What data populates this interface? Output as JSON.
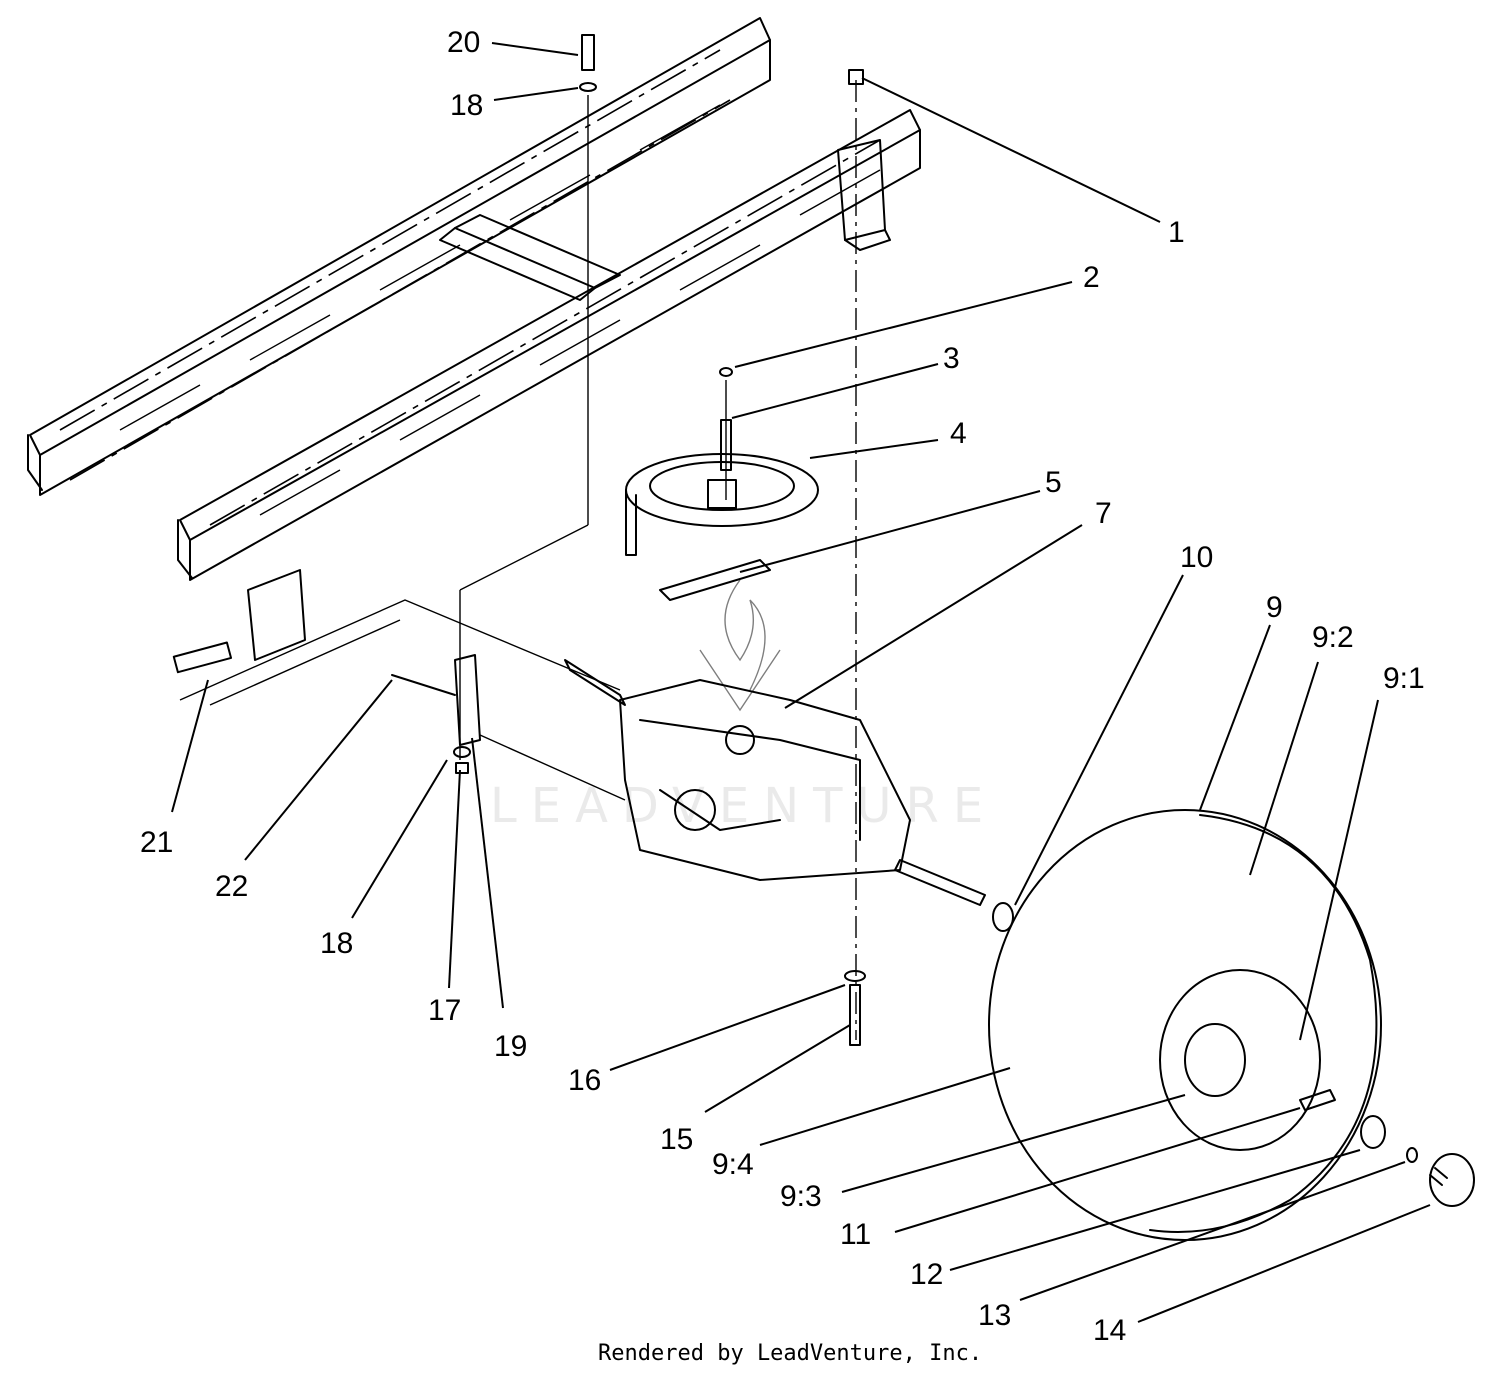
{
  "diagram": {
    "callouts": [
      "1",
      "2",
      "3",
      "4",
      "5",
      "7",
      "9",
      "9:1",
      "9:2",
      "9:3",
      "9:4",
      "10",
      "11",
      "12",
      "13",
      "14",
      "15",
      "16",
      "17",
      "18",
      "18",
      "19",
      "20",
      "21",
      "22"
    ],
    "watermark": "LEADVENTURE",
    "footer": "Rendered by LeadVenture, Inc."
  }
}
